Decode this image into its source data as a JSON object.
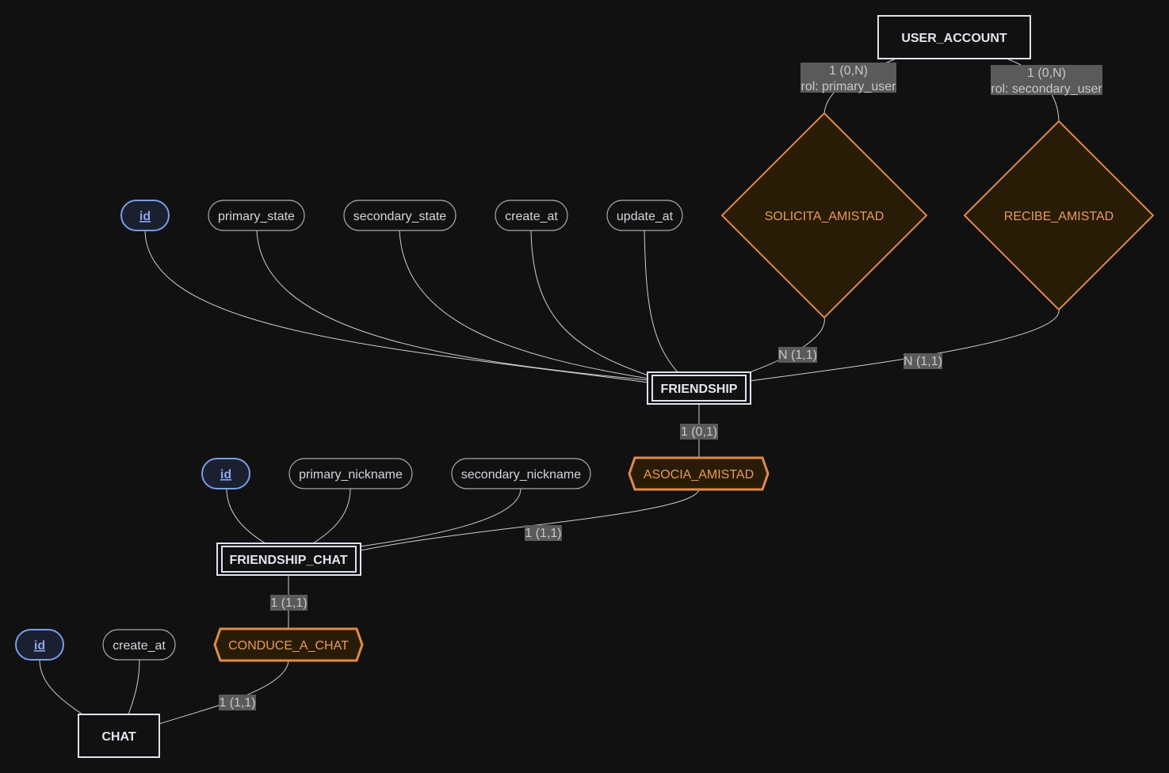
{
  "colors": {
    "background": "#111112",
    "entity_stroke": "#dfe3ee",
    "key_stroke": "#7a9de8",
    "key_fill": "#1a2030",
    "attribute_stroke": "#a8abb3",
    "relationship_stroke": "#e08a4a",
    "relationship_fill": "#291c06",
    "edge": "#cfcfcf",
    "edge_label_bg": "#5a5a5a"
  },
  "entities": {
    "user_account": "USER_ACCOUNT",
    "friendship": "FRIENDSHIP",
    "friendship_chat": "FRIENDSHIP_CHAT",
    "chat": "CHAT"
  },
  "attributes": {
    "friendship": {
      "id": "id",
      "primary_state": "primary_state",
      "secondary_state": "secondary_state",
      "create_at": "create_at",
      "update_at": "update_at"
    },
    "friendship_chat": {
      "id": "id",
      "primary_nickname": "primary_nickname",
      "secondary_nickname": "secondary_nickname"
    },
    "chat": {
      "id": "id",
      "create_at": "create_at"
    }
  },
  "relationships": {
    "solicita_amistad": "SOLICITA_AMISTAD",
    "recibe_amistad": "RECIBE_AMISTAD",
    "asocia_amistad": "ASOCIA_AMISTAD",
    "conduce_a_chat": "CONDUCE_A_CHAT"
  },
  "cardinalities": {
    "user_solicita_line1": "1 (0,N)",
    "user_solicita_line2": "rol: primary_user",
    "user_recibe_line1": "1 (0,N)",
    "user_recibe_line2": "rol: secondary_user",
    "solicita_friendship": "N (1,1)",
    "recibe_friendship": "N (1,1)",
    "friendship_asocia": "1 (0,1)",
    "asocia_friendship_chat": "1 (1,1)",
    "friendship_chat_conduce": "1 (1,1)",
    "conduce_chat": "1 (1,1)"
  }
}
